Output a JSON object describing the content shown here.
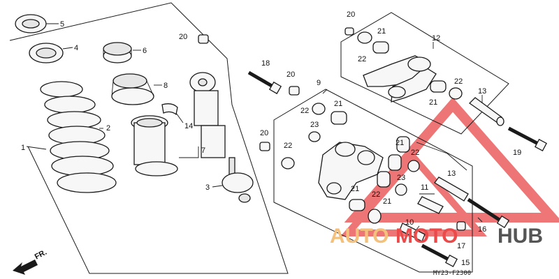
{
  "callouts": {
    "p1": "1",
    "p2": "2",
    "p3": "3",
    "p4": "4",
    "p5": "5",
    "p6": "6",
    "p7": "7",
    "p8": "8",
    "p9": "9",
    "p10": "10",
    "p11": "11",
    "p12": "12",
    "p13a": "13",
    "p13b": "13",
    "p14": "14",
    "p15": "15",
    "p16": "16",
    "p17": "17",
    "p18": "18",
    "p19": "19",
    "p20a": "20",
    "p20b": "20",
    "p20c": "20",
    "p20d": "20",
    "p21a": "21",
    "p21b": "21",
    "p21c": "21",
    "p21d": "21",
    "p21e": "21",
    "p21f": "21",
    "p22a": "22",
    "p22b": "22",
    "p22c": "22",
    "p22d": "22",
    "p22e": "22",
    "p22f": "22",
    "p23a": "23",
    "p23b": "23"
  },
  "direction_label": "FR.",
  "diagram_code": "MY23-F2300",
  "watermark": {
    "part1": "AUTO",
    "part2": "MOTO",
    "part3": "HUB"
  },
  "colors": {
    "watermark_red": "#e84848",
    "watermark_orange": "#f4c17d",
    "watermark_gray": "#555555",
    "line": "#1a1a1a"
  }
}
